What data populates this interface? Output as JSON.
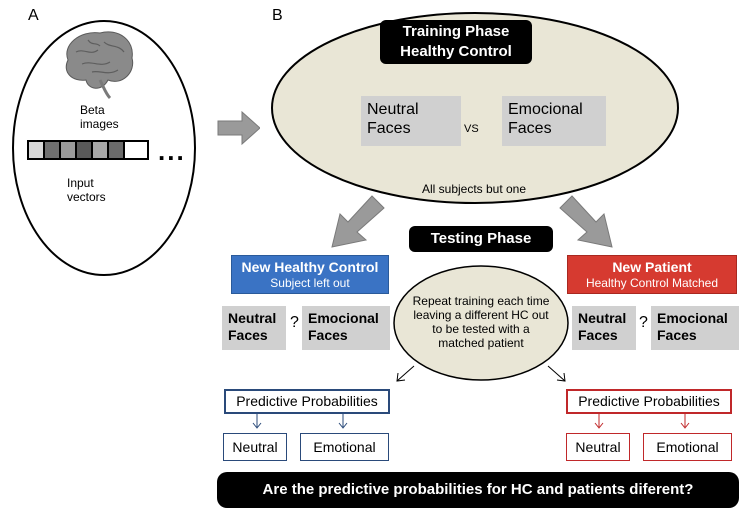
{
  "panel_a": {
    "label": "A",
    "beta_line1": "Beta",
    "beta_line2": "images",
    "dots": "...",
    "input_line1": "Input",
    "input_line2": "vectors"
  },
  "panel_b": {
    "label": "B",
    "training": {
      "title_line1": "Training Phase",
      "title_line2": "Healthy Control",
      "neutral_line1": "Neutral",
      "neutral_line2": "Faces",
      "vs": "VS",
      "emotional_line1": "Emocional",
      "emotional_line2": "Faces",
      "footer": "All subjects but one"
    },
    "testing_title": "Testing Phase",
    "new_hc": {
      "title": "New Healthy Control",
      "subtitle": "Subject left out",
      "color": "#3a73c4"
    },
    "new_patient": {
      "title": "New Patient",
      "subtitle": "Healthy Control Matched",
      "color": "#d63a30"
    },
    "left_pair": {
      "neutral_line1": "Neutral",
      "neutral_line2": "Faces",
      "q": "?",
      "emotional_line1": "Emocional",
      "emotional_line2": "Faces"
    },
    "right_pair": {
      "neutral_line1": "Neutral",
      "neutral_line2": "Faces",
      "q": "?",
      "emotional_line1": "Emocional",
      "emotional_line2": "Faces"
    },
    "repeat": {
      "line1": "Repeat training each time",
      "line2": "leaving a different HC out",
      "line3": "to be tested with a",
      "line4": "matched patient"
    },
    "left_pred": {
      "title": "Predictive Probabilities",
      "neutral": "Neutral",
      "emotional": "Emotional"
    },
    "right_pred": {
      "title": "Predictive Probabilities",
      "neutral": "Neutral",
      "emotional": "Emotional"
    },
    "question": "Are the predictive probabilities for HC and patients diferent?"
  },
  "colors": {
    "ellipse_fill": "#e9e6d6",
    "grey_box": "#d0d0d0",
    "blue_dark": "#2a4a7a",
    "red_dark": "#c0282a",
    "arrow_grey": "#9a9a9a"
  }
}
